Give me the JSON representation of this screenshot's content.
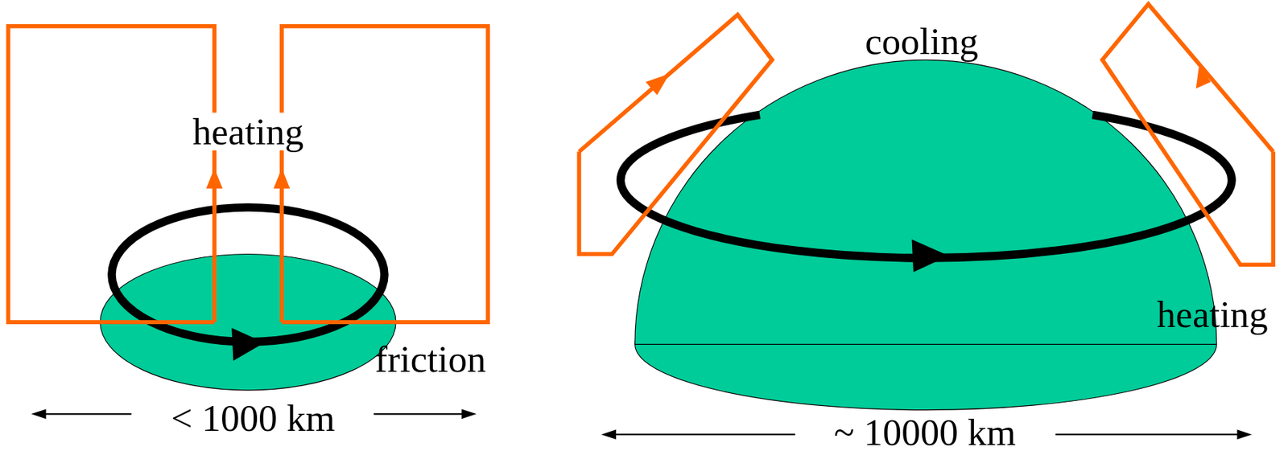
{
  "diagram": {
    "labels": [
      "heating",
      "friction",
      "< 1000 km",
      "cooling",
      "heating",
      "~ 10000 km"
    ]
  }
}
